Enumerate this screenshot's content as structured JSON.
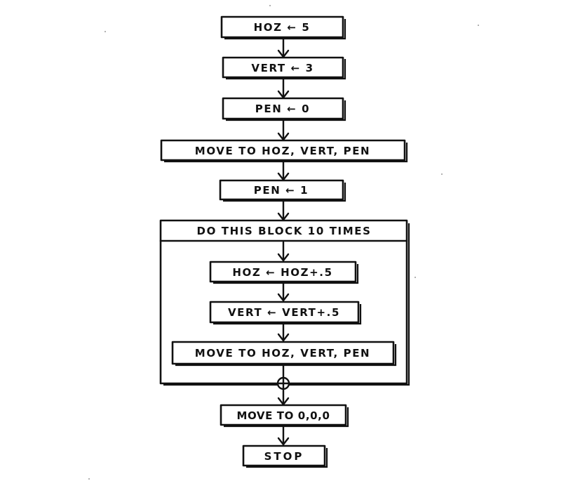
{
  "flowchart": {
    "steps": {
      "hoz_init": "HOZ ← 5",
      "vert_init": "VERT ← 3",
      "pen_init": "PEN ← 0",
      "move_first": "MOVE TO HOZ, VERT, PEN",
      "pen_down": "PEN ← 1",
      "stop": "STOP"
    },
    "loop": {
      "header": "DO THIS BLOCK 10 TIMES",
      "steps": {
        "hoz_inc": "HOZ ← HOZ+.5",
        "vert_inc": "VERT ← VERT+.5",
        "move_loop": "MOVE TO HOZ, VERT, PEN"
      }
    },
    "return_step": "MOVE TO 0,0,0"
  }
}
